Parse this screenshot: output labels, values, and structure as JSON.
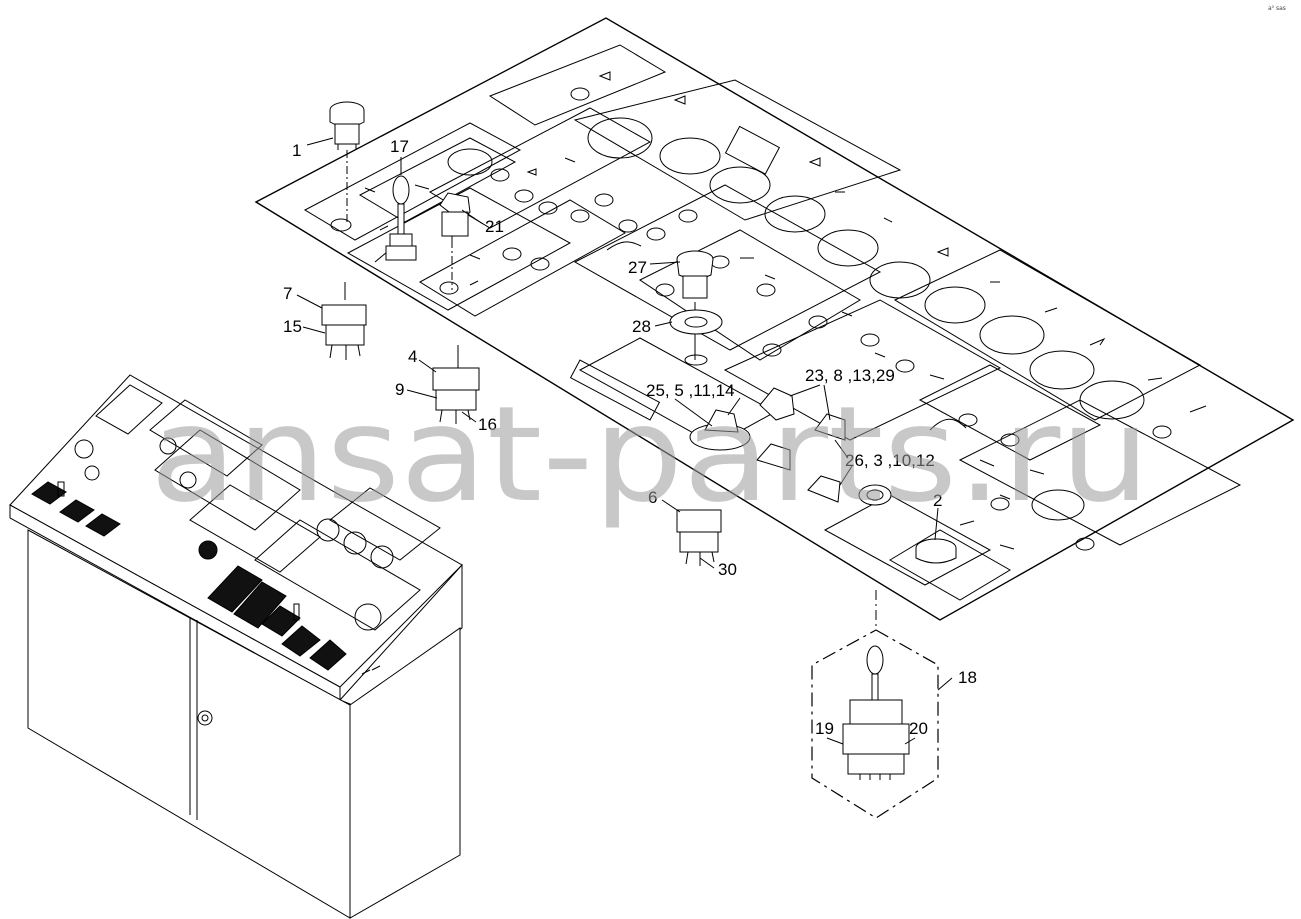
{
  "corner_code": "a⁰ sas",
  "watermark": "ansat-parts.ru",
  "callouts": [
    {
      "id": "c1",
      "label": "1"
    },
    {
      "id": "c17",
      "label": "17"
    },
    {
      "id": "c21",
      "label": "21"
    },
    {
      "id": "c7",
      "label": "7"
    },
    {
      "id": "c15",
      "label": "15"
    },
    {
      "id": "c4",
      "label": "4"
    },
    {
      "id": "c9",
      "label": "9"
    },
    {
      "id": "c16",
      "label": "16"
    },
    {
      "id": "c27",
      "label": "27"
    },
    {
      "id": "c28",
      "label": "28"
    },
    {
      "id": "c25",
      "label": "25, 5 ,11,14"
    },
    {
      "id": "c23",
      "label": "23, 8 ,13,29"
    },
    {
      "id": "c26",
      "label": "26, 3 ,10,12"
    },
    {
      "id": "c6",
      "label": "6"
    },
    {
      "id": "c30",
      "label": "30"
    },
    {
      "id": "c2",
      "label": "2"
    },
    {
      "id": "c18",
      "label": "18"
    },
    {
      "id": "c19",
      "label": "19"
    },
    {
      "id": "c20",
      "label": "20"
    }
  ]
}
